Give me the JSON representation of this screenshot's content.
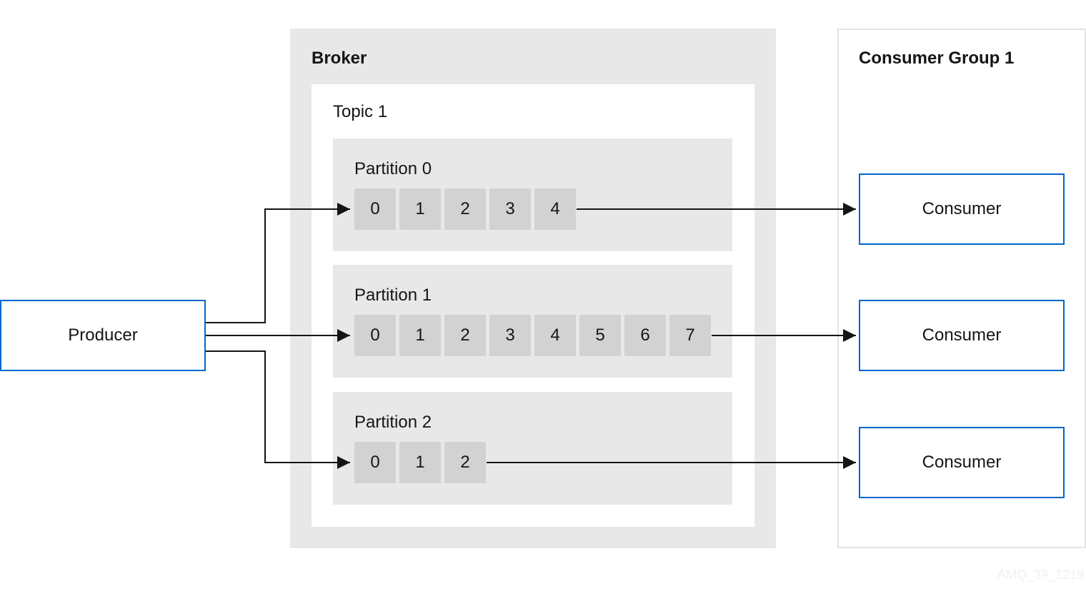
{
  "broker": {
    "title": "Broker"
  },
  "topic": {
    "title": "Topic 1"
  },
  "partitions": [
    {
      "title": "Partition 0",
      "offsets": [
        "0",
        "1",
        "2",
        "3",
        "4"
      ]
    },
    {
      "title": "Partition 1",
      "offsets": [
        "0",
        "1",
        "2",
        "3",
        "4",
        "5",
        "6",
        "7"
      ]
    },
    {
      "title": "Partition 2",
      "offsets": [
        "0",
        "1",
        "2"
      ]
    }
  ],
  "producer": {
    "label": "Producer"
  },
  "consumer_group": {
    "title": "Consumer Group 1",
    "consumers": [
      {
        "label": "Consumer"
      },
      {
        "label": "Consumer"
      },
      {
        "label": "Consumer"
      }
    ]
  },
  "watermark": "AMQ_39_1219",
  "colors": {
    "node_border": "#0066cc",
    "container": "#e8e8e8",
    "cell": "#d2d2d2",
    "arrow": "#151515"
  }
}
